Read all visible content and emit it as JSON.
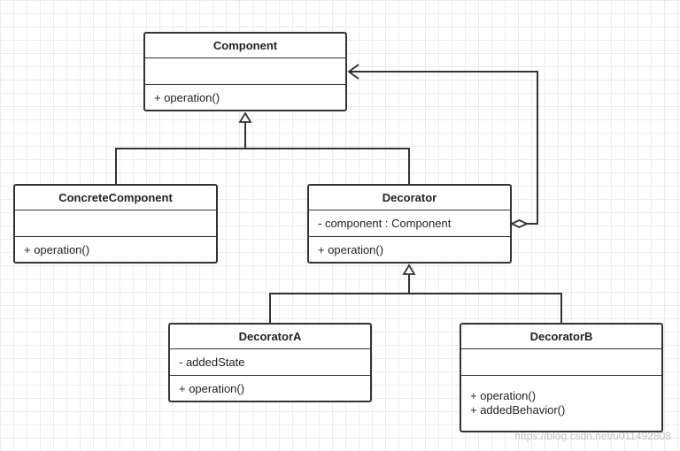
{
  "classes": {
    "component": {
      "name": "Component",
      "attributes": [],
      "operations": [
        "+ operation()"
      ]
    },
    "concrete_component": {
      "name": "ConcreteComponent",
      "attributes": [],
      "operations": [
        "+ operation()"
      ]
    },
    "decorator": {
      "name": "Decorator",
      "attributes": [
        "- component : Component"
      ],
      "operations": [
        "+ operation()"
      ]
    },
    "decorator_a": {
      "name": "DecoratorA",
      "attributes": [
        "- addedState"
      ],
      "operations": [
        "+ operation()"
      ]
    },
    "decorator_b": {
      "name": "DecoratorB",
      "attributes": [],
      "operations": [
        "+ operation()",
        "+ addedBehavior()"
      ]
    }
  },
  "relations": [
    {
      "type": "generalization",
      "from": "ConcreteComponent",
      "to": "Component"
    },
    {
      "type": "generalization",
      "from": "Decorator",
      "to": "Component"
    },
    {
      "type": "aggregation",
      "from": "Decorator",
      "to": "Component"
    },
    {
      "type": "generalization",
      "from": "DecoratorA",
      "to": "Decorator"
    },
    {
      "type": "generalization",
      "from": "DecoratorB",
      "to": "Decorator"
    }
  ],
  "watermark": "https://blog.csdn.net/u011492808",
  "colors": {
    "line": "#333333",
    "text": "#222222",
    "grid": "#ececec"
  }
}
